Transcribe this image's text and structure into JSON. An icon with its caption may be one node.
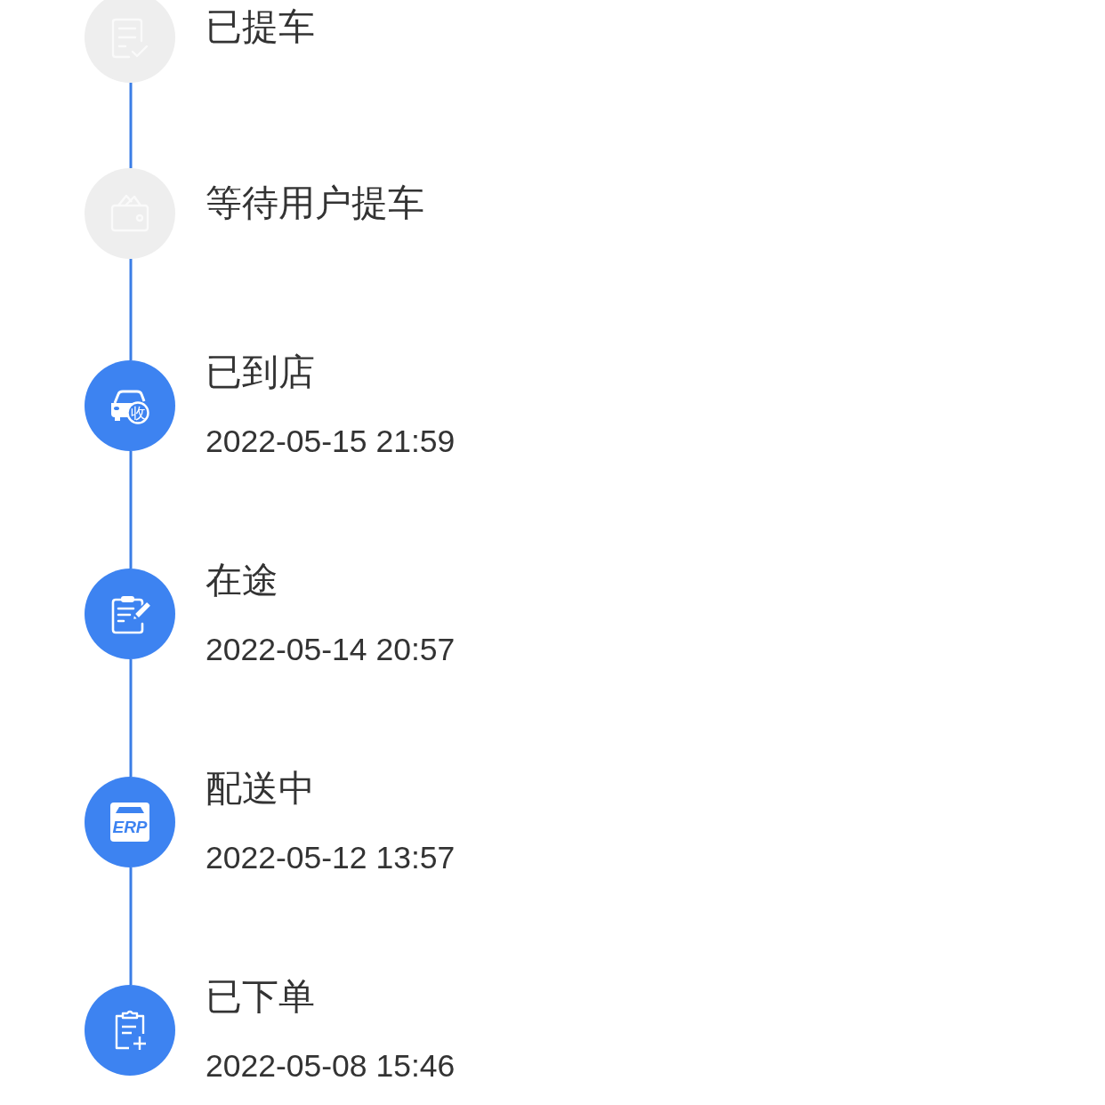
{
  "diagram": {
    "nodes": [
      {
        "text": [],
        "shape": "circle",
        "beside": [
          "已提车"
        ]
      },
      {
        "text": [],
        "shape": "circle",
        "beside": [
          "等待用户提车"
        ]
      },
      {
        "text": [],
        "shape": "circle",
        "beside": [
          "已到店",
          "2022-05-15 21:59"
        ]
      },
      {
        "text": [],
        "shape": "circle",
        "beside": [
          "在途",
          "2022-05-14 20:57"
        ]
      },
      {
        "text": [],
        "shape": "circle",
        "beside": [
          "配送中",
          "2022-05-12 13:57"
        ]
      },
      {
        "text": [],
        "shape": "circle",
        "beside": [
          "已下单",
          "2022-05-08 15:46"
        ]
      }
    ],
    "edges": [
      {
        "from": 0,
        "to": 1,
        "arrow": "none"
      },
      {
        "from": 1,
        "to": 2,
        "arrow": "none"
      },
      {
        "from": 2,
        "to": 3,
        "arrow": "none"
      },
      {
        "from": 3,
        "to": 4,
        "arrow": "none"
      },
      {
        "from": 4,
        "to": 5,
        "arrow": "none"
      }
    ],
    "labels": [
      "收",
      "ERP"
    ]
  }
}
